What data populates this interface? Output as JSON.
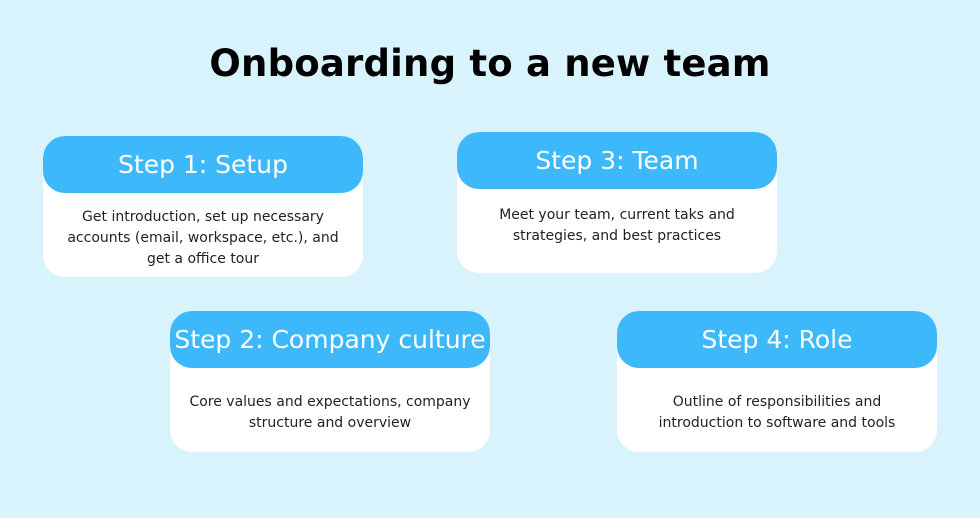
{
  "title": "Onboarding to a new team",
  "steps": [
    {
      "label": "Step 1: Setup",
      "description": "Get introduction, set up necessary accounts (email, workspace, etc.), and get a office tour"
    },
    {
      "label": "Step 2: Company culture",
      "description": "Core values and expectations, company structure and overview"
    },
    {
      "label": "Step 3: Team",
      "description": "Meet your team, current taks and strategies, and best practices"
    },
    {
      "label": "Step 4: Role",
      "description": "Outline of responsibilities and introduction to software and tools"
    }
  ],
  "colors": {
    "background": "#d8f3fc",
    "header": "#3db8fa",
    "card": "#ffffff",
    "title_text": "#000000",
    "body_text": "#222222"
  }
}
